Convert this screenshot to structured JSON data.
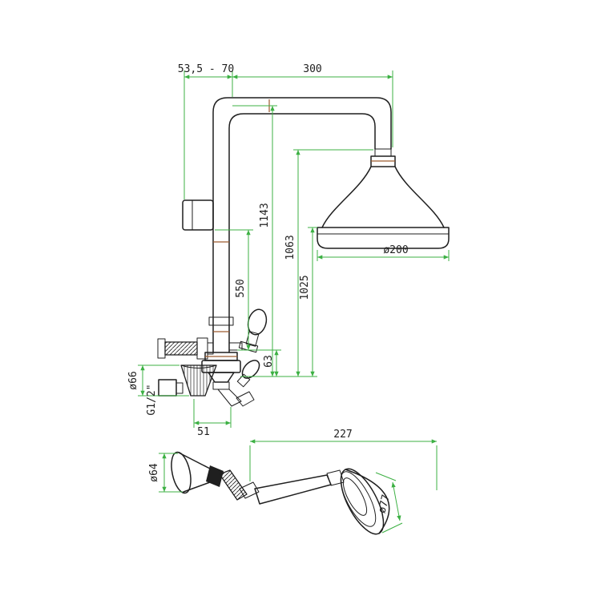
{
  "colors": {
    "outline": "#1f1f1f",
    "dimension_green": "#3cb043",
    "accent_brown": "#9c5a2d",
    "background": "#ffffff"
  },
  "dimensions": {
    "wall_distance": "53,5 - 70",
    "arm_projection": "300",
    "total_height": "1143",
    "head_height": "1063",
    "rim_height": "1025",
    "bracket_span": "550",
    "valve_offset": "63",
    "head_diameter": "ø200",
    "flange_diameter": "ø66",
    "thread_size": "G1/2\"",
    "flange_offset": "51",
    "handshower_length": "227",
    "holder_diameter": "ø64",
    "handshower_diameter": "ø77"
  }
}
